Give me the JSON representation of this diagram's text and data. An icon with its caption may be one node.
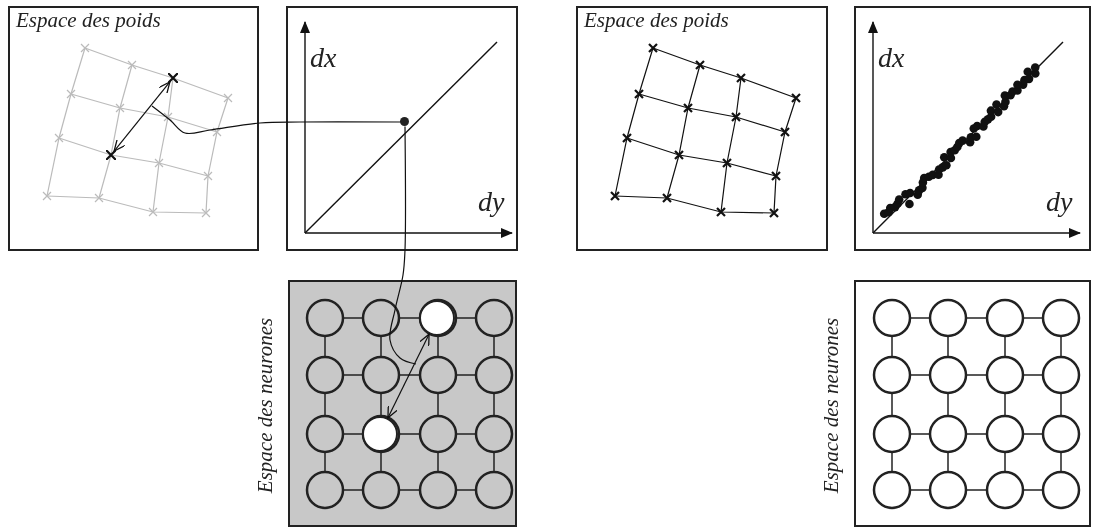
{
  "diagram": {
    "nodes": [
      {
        "text": [
          "Espace des poids"
        ]
      },
      {
        "text": [],
        "shape": "cross",
        "in": 0
      },
      {
        "text": [],
        "shape": "cross",
        "in": 0
      },
      {
        "text": [],
        "shape": "box"
      },
      {
        "text": [],
        "shape": "circle",
        "in": 3
      },
      {
        "text": [],
        "shape": "box",
        "beside": [
          "Espace des neurones"
        ]
      },
      {
        "text": [],
        "shape": "circle",
        "in": 5
      },
      {
        "text": [],
        "shape": "circle",
        "in": 5
      },
      {
        "text": [
          "Espace des poids"
        ]
      },
      {
        "text": [],
        "shape": "box"
      },
      {
        "text": [],
        "shape": "box",
        "beside": [
          "Espace des neurones"
        ]
      }
    ],
    "edges": [
      {
        "from": 1,
        "to": 2,
        "arrow": "both"
      },
      {
        "from": null,
        "to": 4,
        "arrow": "none"
      },
      {
        "from": 4,
        "to": null,
        "arrow": "none"
      },
      {
        "from": 6,
        "to": 7,
        "arrow": "both"
      }
    ],
    "labels": [
      "dx",
      "dy",
      "dx",
      "dy"
    ]
  }
}
